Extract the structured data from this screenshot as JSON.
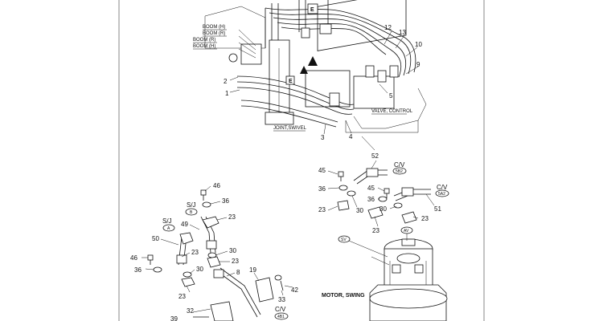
{
  "diagram": {
    "top": {
      "labels_left": [
        "BOOM (H)",
        "BOOM (R)",
        "BOOM (R)",
        "BOOM (H)"
      ],
      "view_markers": [
        "E",
        "E"
      ],
      "numbers": [
        "12",
        "13",
        "10",
        "9",
        "5",
        "2",
        "1",
        "3",
        "4"
      ],
      "valve_control": "VALVE, CONTROL",
      "joint_swivel": "JOINT,SWIVEL"
    },
    "left": {
      "sj_label": "S/J",
      "sj_tag_a": "A",
      "sj_tag_b": "B",
      "numbers": [
        "46",
        "36",
        "23",
        "49",
        "50",
        "23",
        "30",
        "46",
        "36",
        "23",
        "30",
        "23",
        "8",
        "19",
        "33",
        "42",
        "32",
        "39"
      ],
      "cv_label": "C/V",
      "cv_tag": "4B1"
    },
    "right": {
      "numbers": [
        "52",
        "45",
        "36",
        "23",
        "30",
        "45",
        "36",
        "30",
        "23",
        "23",
        "51"
      ],
      "cv_label_1": "C/V",
      "cv_tag_1": "5B2",
      "cv_label_2": "C/V",
      "cv_tag_2": "5A2",
      "tag_sv": "SV",
      "tag_av": "AV",
      "motor_swing": "MOTOR, SWING"
    }
  }
}
